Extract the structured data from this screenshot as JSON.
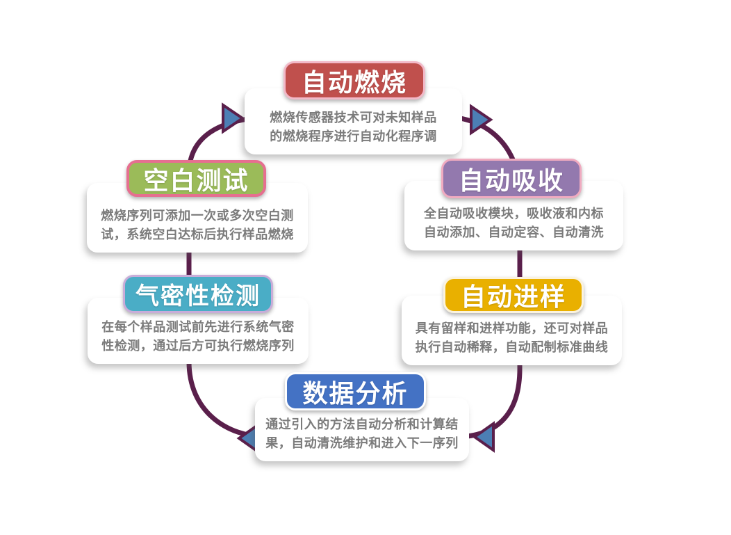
{
  "diagram": {
    "type": "circular-process-cycle",
    "background": "#ffffff",
    "loop_color": "#5a1f4b",
    "arrowhead_color": "#4c7fb5",
    "flow_direction": "clockwise",
    "steps": [
      {
        "key": "auto-combustion",
        "position": "top",
        "title": "自动燃烧",
        "badge_color": "#c0504d",
        "badge_border_color": "#f2b9c8",
        "desc": [
          "燃烧传感器技术可对未知样品",
          "的燃烧程序进行自动化程序调"
        ]
      },
      {
        "key": "auto-absorption",
        "position": "right-upper",
        "title": "自动吸收",
        "badge_color": "#9379ae",
        "badge_border_color": "#f0abc0",
        "desc": [
          "全自动吸收模块，吸收液和内标",
          "自动添加、自动定容、自动清洗"
        ]
      },
      {
        "key": "auto-sampling",
        "position": "right-lower",
        "title": "自动进样",
        "badge_color": "#e9b000",
        "badge_border_color": "#fbf3df",
        "desc": [
          "具有留样和进样功能，还可对样品",
          "执行自动稀释，自动配制标准曲线"
        ]
      },
      {
        "key": "data-analysis",
        "position": "bottom",
        "title": "数据分析",
        "badge_color": "#4472c4",
        "badge_border_color": "#ffffff",
        "desc": [
          "通过引入的方法自动分析和计算结",
          "果，自动清洗维护和进入下一序列"
        ]
      },
      {
        "key": "airtightness-test",
        "position": "left-lower",
        "title": "气密性检测",
        "badge_color": "#4aadc6",
        "badge_border_color": "#c9add9",
        "desc": [
          "在每个样品测试前先进行系统气密",
          "性检测，通过后方可执行燃烧序列"
        ]
      },
      {
        "key": "blank-test",
        "position": "left-upper",
        "title": "空白测试",
        "badge_color": "#9bbb59",
        "badge_border_color": "#e66f90",
        "desc": [
          "燃烧序列可添加一次或多次空白测",
          "试，系统空白达标后执行样品燃烧"
        ]
      }
    ]
  }
}
